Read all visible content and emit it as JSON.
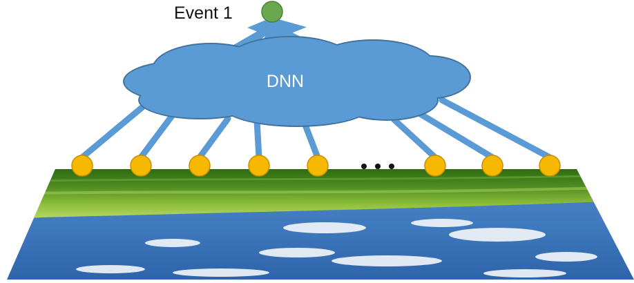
{
  "diagram": {
    "event_label": "Event 1",
    "network_label": "DNN",
    "ellipsis": "...",
    "input_node_count": 8,
    "colors": {
      "event_node": "#6aa84f",
      "input_node": "#f6b800",
      "cloud": "#5b9bd5",
      "connection": "#5b9bd5",
      "ground": "#3f7d1e",
      "sky": "#4a86c8"
    }
  }
}
